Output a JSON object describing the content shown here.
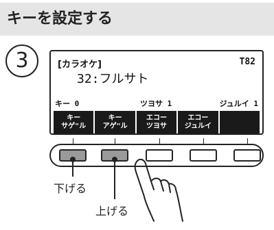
{
  "header": {
    "title": "キーを設定する"
  },
  "step": {
    "number": "3"
  },
  "lcd": {
    "category": "[カラオケ]",
    "tone_number": "T82",
    "tone_name": "32:フルサト",
    "params": {
      "key": "キー 0",
      "strength": "ツヨサ 1",
      "round": "ジュルイ 1"
    },
    "softkeys": [
      {
        "line1": "キー",
        "line2": "サゲ\"ル"
      },
      {
        "line1": "キー",
        "line2": "アゲ\"ル"
      },
      {
        "line1": "エコー",
        "line2": "ツヨサ"
      },
      {
        "line1": "エコー",
        "line2": "ジュルイ"
      },
      {
        "line1": "",
        "line2": ""
      }
    ]
  },
  "callouts": {
    "lower": "下げる",
    "raise": "上げる"
  },
  "colors": {
    "header_bg": "#e5e5e5",
    "lcd_key_bg": "#1a1a1a",
    "pressed_button": "#9a9a9a"
  },
  "icons": {
    "hand": "pointing-hand-icon"
  }
}
